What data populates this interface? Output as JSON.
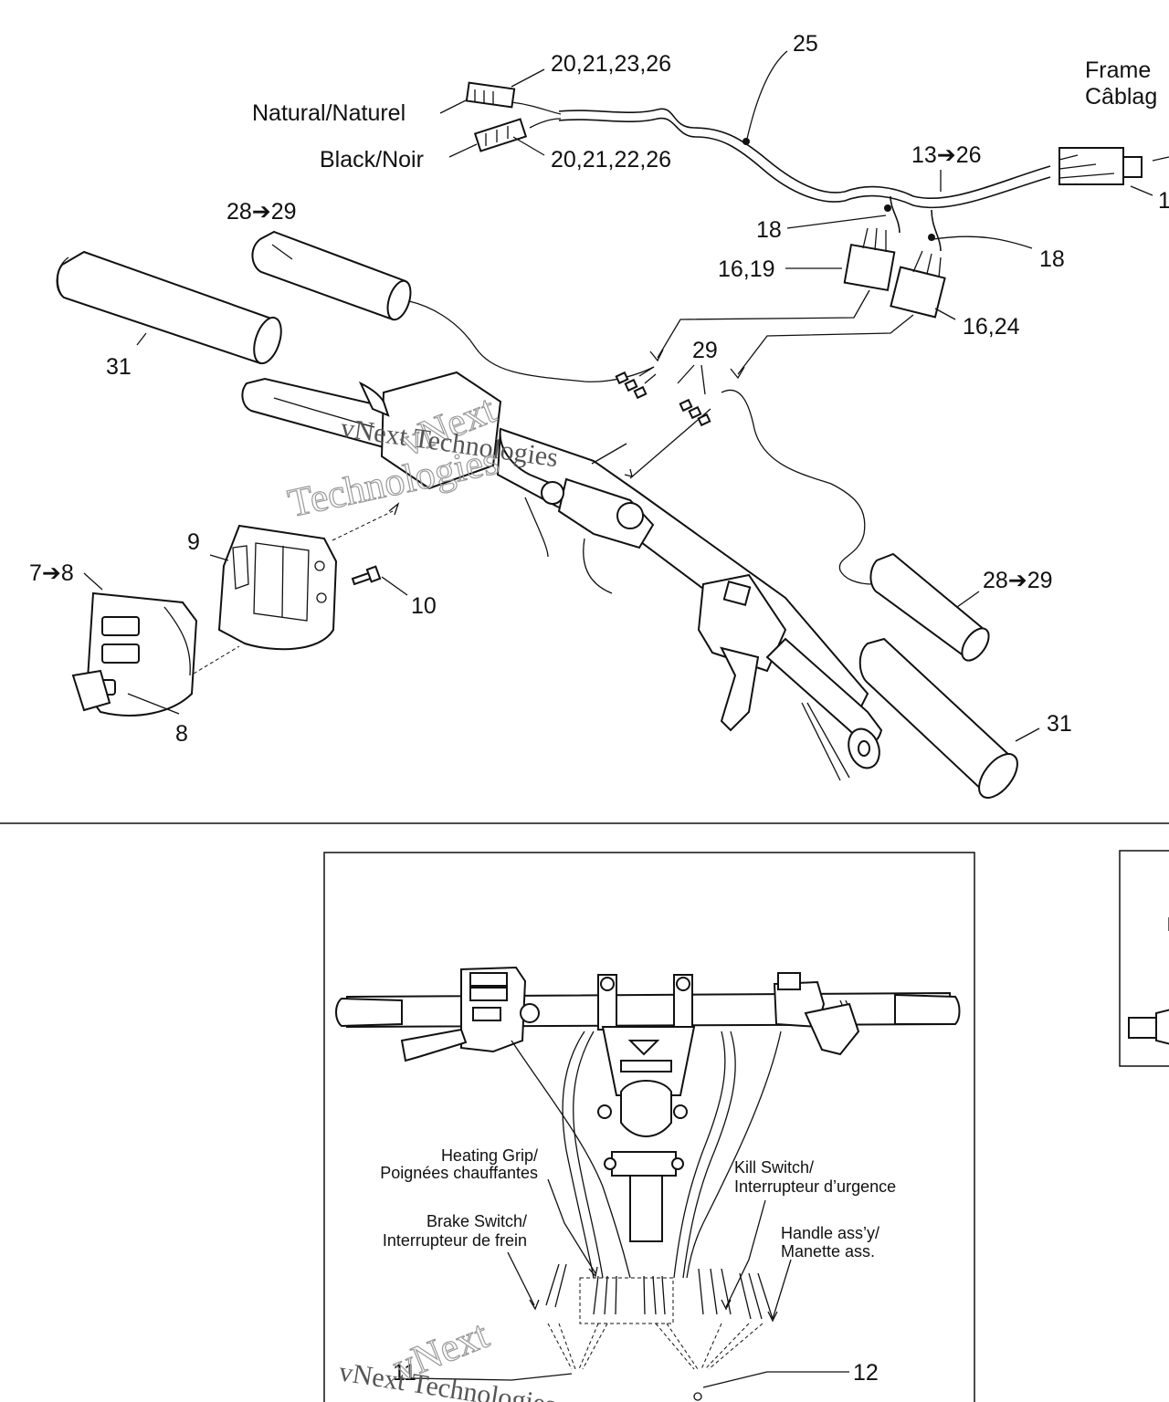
{
  "top_callouts": {
    "c_20_21_23_26": "20,21,23,26",
    "c_20_21_22_26": "20,21,22,26",
    "natural": "Natural/Naturel",
    "black": "Black/Noir",
    "c25": "25",
    "frame_line1": "Frame",
    "frame_line2": "Câblag",
    "c13_26": "13➔26",
    "c1": "1",
    "c18_left": "18",
    "c18_right": "18",
    "c16_19": "16,19",
    "c16_24": "16,24",
    "c28_29_top": "28➔29",
    "c31_left": "31",
    "c29": "29",
    "c9": "9",
    "c7_8": "7➔8",
    "c10": "10",
    "c8": "8",
    "c28_29_right": "28➔29",
    "c31_right": "31"
  },
  "bottom_callouts": {
    "heating_1": "Heating Grip/",
    "heating_2": "Poignées chauffantes",
    "kill_1": "Kill Switch/",
    "kill_2": "Interrupteur d’urgence",
    "brake_1": "Brake Switch/",
    "brake_2": "Interrupteur de frein",
    "handle_1": "Handle ass’y/",
    "handle_2": "Manette ass.",
    "c11": "11",
    "c12": "12"
  },
  "watermark": {
    "top_a": "vNext",
    "top_b": "vNext Technologies",
    "top_c": "Technologies",
    "bottom_a": "vNext",
    "bottom_b": "vNext Technologies"
  }
}
